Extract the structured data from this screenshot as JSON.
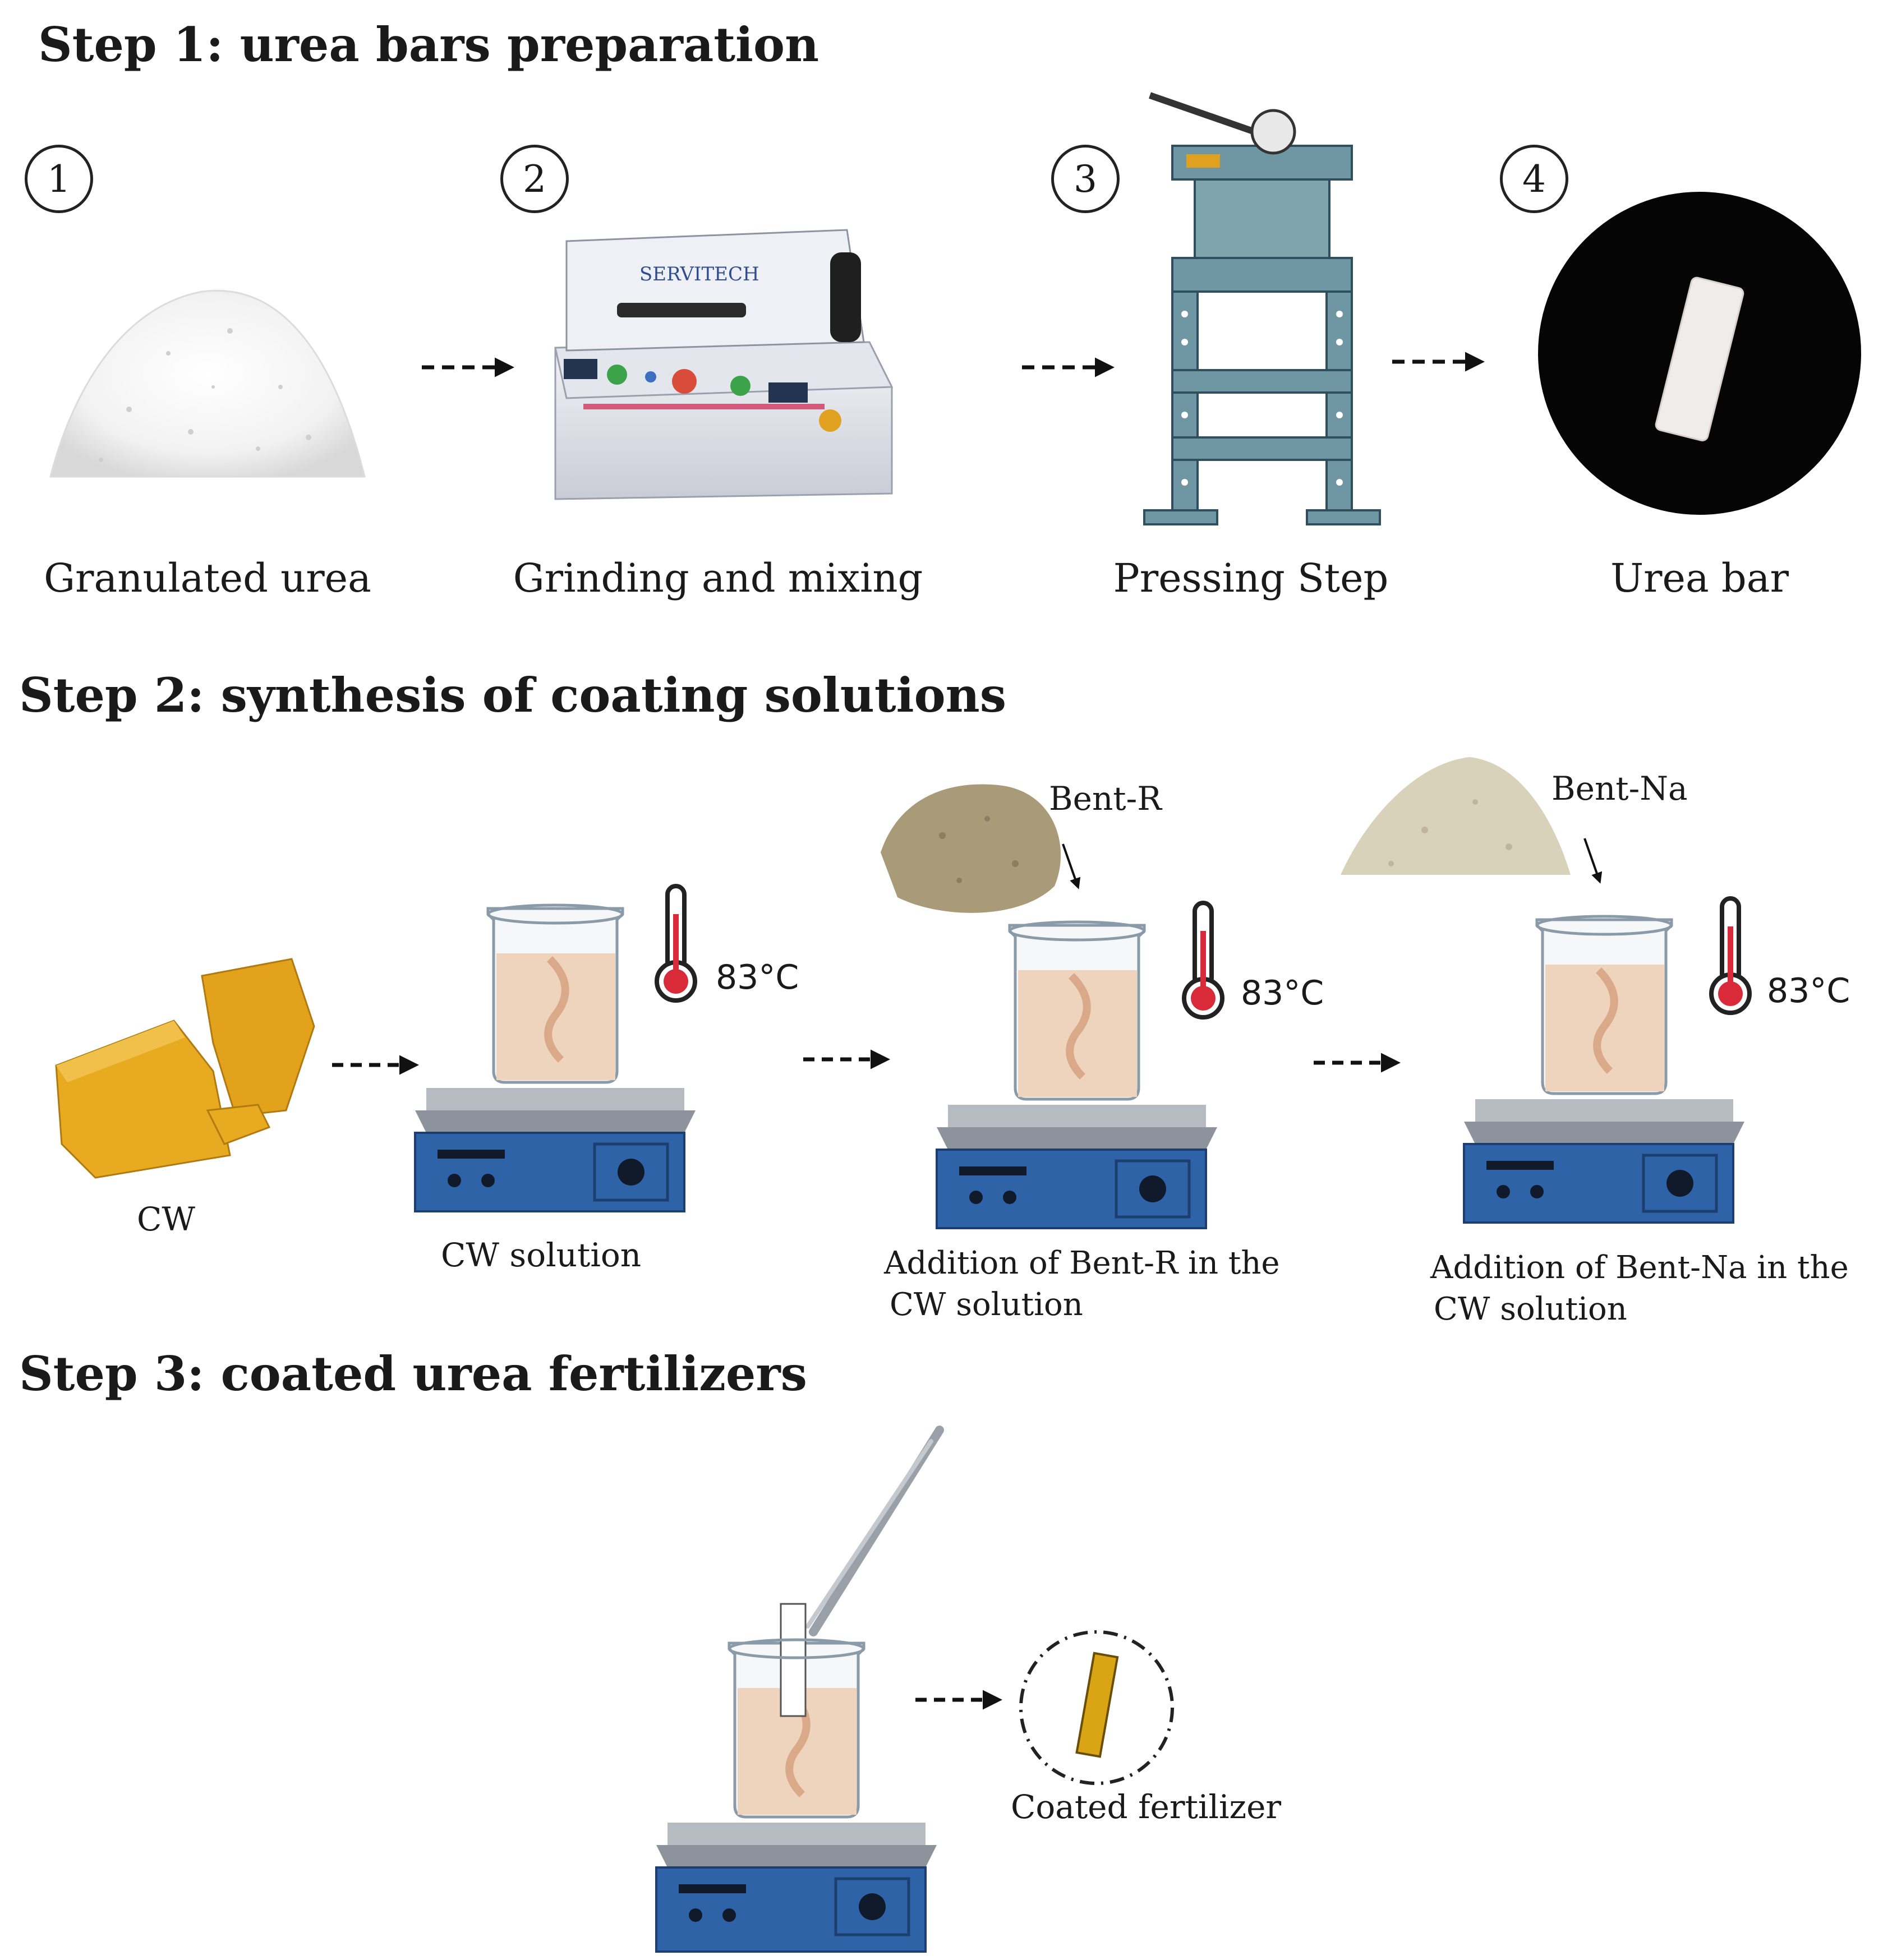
{
  "step1": {
    "title": "Step 1: urea bars preparation",
    "items": [
      {
        "num": "1",
        "caption": "Granulated urea",
        "icon": "urea-pile-photo"
      },
      {
        "num": "2",
        "caption": "Grinding and mixing",
        "icon": "grinding-machine-photo"
      },
      {
        "num": "3",
        "caption": "Pressing Step",
        "icon": "hydraulic-press-photo"
      },
      {
        "num": "4",
        "caption": "Urea bar",
        "icon": "urea-bar-photo"
      }
    ],
    "machine_brand": "SERVITECH"
  },
  "step2": {
    "title": "Step 2: synthesis of coating solutions",
    "cw_label": "CW",
    "cw_solution_label": "CW solution",
    "temperature": "83°C",
    "bent_r_label": "Bent-R",
    "bent_na_label": "Bent-Na",
    "bent_r_caption": [
      "Addition of Bent-R in the",
      "CW solution"
    ],
    "bent_na_caption": [
      "Addition of Bent-Na in the",
      "CW solution"
    ]
  },
  "step3": {
    "title": "Step 3: coated urea fertilizers",
    "coated_label": "Coated fertilizer"
  },
  "colors": {
    "hotplate_blue": "#2f63a8",
    "wax_yellow": "#e6a823",
    "solution": "#eed3bd",
    "thermometer_red": "#d92a3a"
  }
}
